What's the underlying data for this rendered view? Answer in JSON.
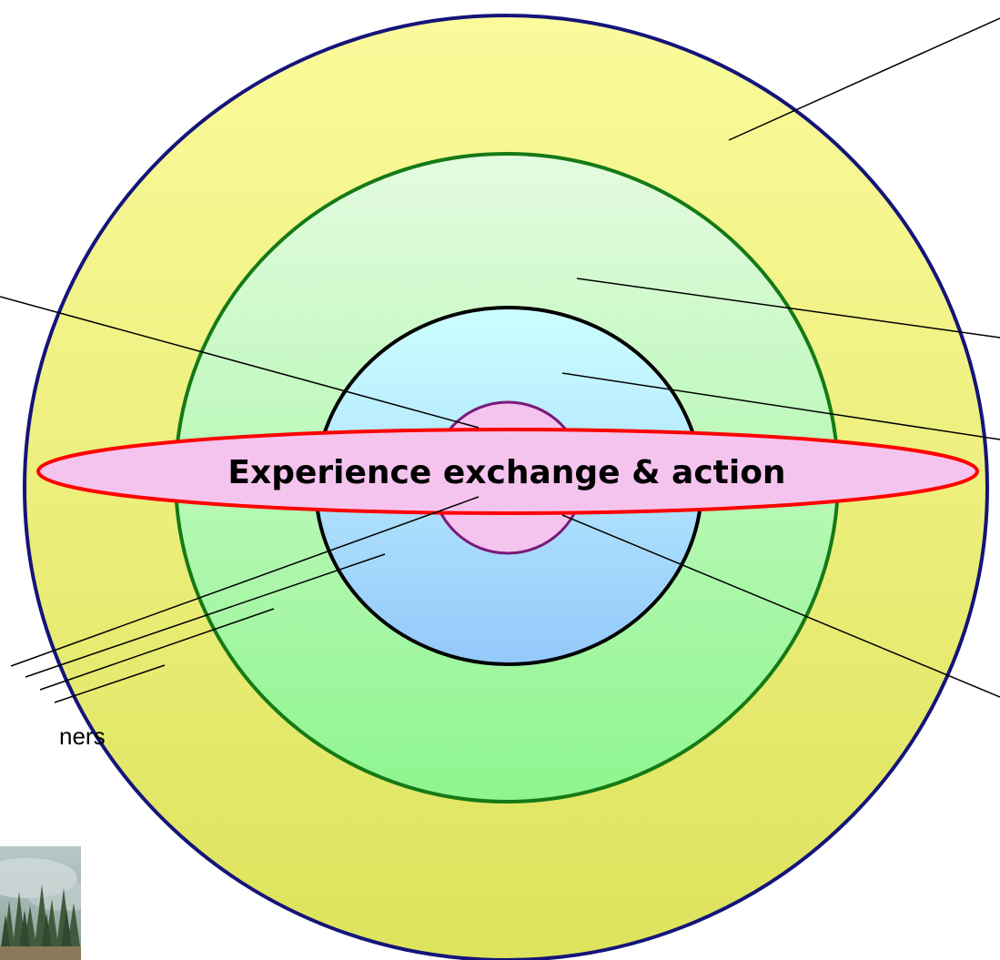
{
  "diagram": {
    "center_label": "Experience exchange & action",
    "left_fragment_label": "ners",
    "colors": {
      "outer_ring_fill_top": "#fbfb9c",
      "outer_ring_fill_bottom": "#dde35c",
      "outer_ring_stroke": "#14147a",
      "second_ring_fill_top": "#e4fbe0",
      "second_ring_fill_bottom": "#8ef58e",
      "second_ring_stroke": "#157a15",
      "third_ring_fill_top": "#ccffff",
      "third_ring_fill_bottom": "#94c8fa",
      "third_ring_stroke": "#000000",
      "core_fill": "#f5c4ee",
      "core_stroke": "#7a1a7a",
      "ellipse_fill": "#f5c4ee",
      "ellipse_stroke": "#ff0000",
      "leader_line": "#000000"
    },
    "photo": {
      "icon": "misty-forest-photo"
    }
  }
}
